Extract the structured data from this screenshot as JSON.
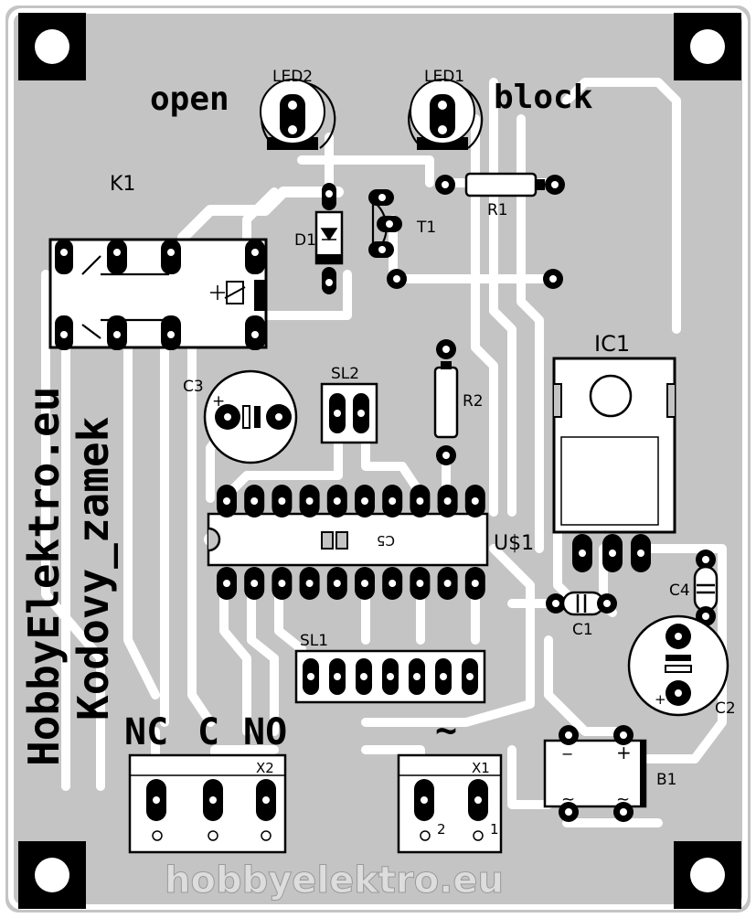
{
  "board": {
    "bg_color": "#c4c4c4",
    "copper_color": "#000000",
    "trace_color": "#ffffff"
  },
  "labels": {
    "open": "open",
    "block": "block",
    "led1": "LED1",
    "led2": "LED2",
    "k1": "K1",
    "d1": "D1",
    "t1": "T1",
    "r1": "R1",
    "r2": "R2",
    "ic1": "IC1",
    "c1": "C1",
    "c2": "C2",
    "c3": "C3",
    "c4": "C4",
    "c5": "C5",
    "sl1": "SL1",
    "sl2": "SL2",
    "us1": "U$1",
    "x1": "X1",
    "x2": "X2",
    "b1": "B1",
    "nc": "NC",
    "c": "C",
    "no": "NO",
    "tilde": "~",
    "brand1": "HobbyElektro.eu",
    "brand2": "Kodovy_zamek",
    "footer": "hobbyelektro.eu",
    "x1_pin2": "2",
    "x1_pin1": "1",
    "minus": "−",
    "plus": "+",
    "ac1": "~",
    "ac2": "~"
  }
}
